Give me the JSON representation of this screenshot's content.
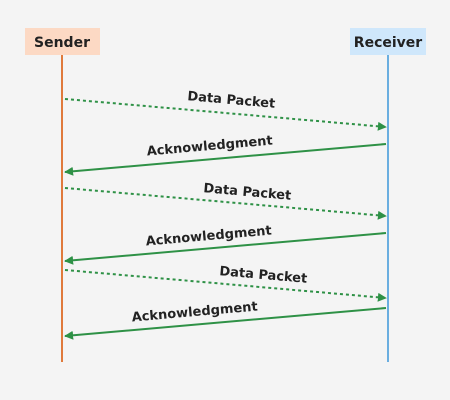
{
  "participants": {
    "sender": {
      "label": "Sender",
      "box_color": "#fcd9c4",
      "line_color": "#e07a3c"
    },
    "receiver": {
      "label": "Receiver",
      "box_color": "#cfe7fb",
      "line_color": "#6aaee0"
    }
  },
  "messages": [
    {
      "label": "Data Packet",
      "from": "sender",
      "to": "receiver",
      "style": "dashed"
    },
    {
      "label": "Acknowledgment",
      "from": "receiver",
      "to": "sender",
      "style": "solid"
    },
    {
      "label": "Data Packet",
      "from": "sender",
      "to": "receiver",
      "style": "dashed"
    },
    {
      "label": "Acknowledgment",
      "from": "receiver",
      "to": "sender",
      "style": "solid"
    },
    {
      "label": "Data Packet",
      "from": "sender",
      "to": "receiver",
      "style": "dashed"
    },
    {
      "label": "Acknowledgment",
      "from": "receiver",
      "to": "sender",
      "style": "solid"
    }
  ],
  "arrow_color": "#2e9146"
}
